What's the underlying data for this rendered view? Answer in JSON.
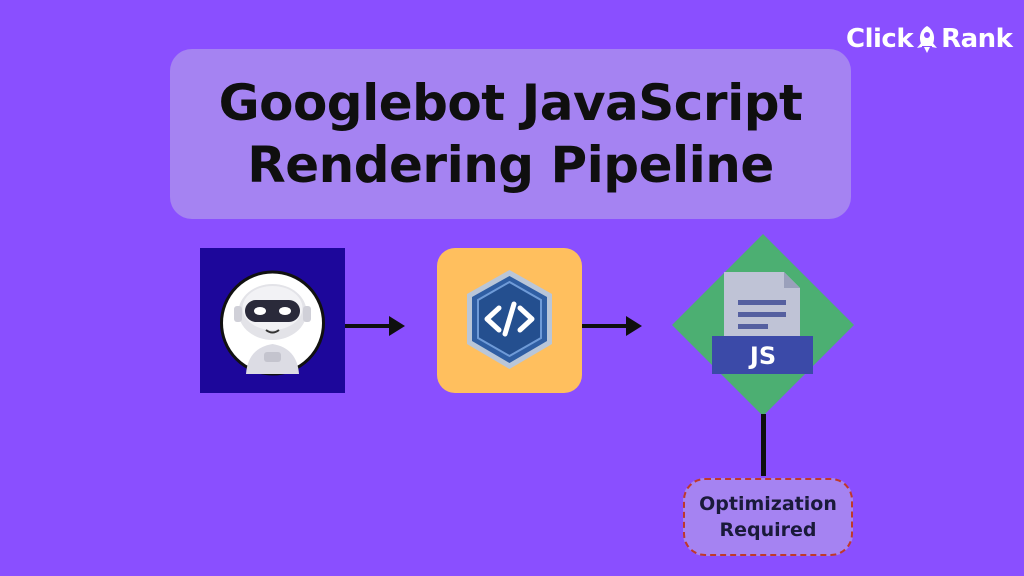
{
  "brand": {
    "left": "Click",
    "right": "Rank",
    "icon": "rocket-icon"
  },
  "title": {
    "line1": "Googlebot JavaScript",
    "line2": "Rendering Pipeline"
  },
  "steps": [
    {
      "icon": "robot-icon"
    },
    {
      "icon": "code-icon"
    },
    {
      "icon": "js-file-icon",
      "label": "JS"
    }
  ],
  "outcome": {
    "line1": "Optimization",
    "line2": "Required"
  },
  "colors": {
    "background": "#8a4fff",
    "title_box": "#a583f2",
    "robot_box": "#1d079b",
    "code_box": "#ffbf5e",
    "diamond": "#4caf72",
    "js_badge": "#3b4aa8",
    "dashed_border": "#c0392b"
  }
}
